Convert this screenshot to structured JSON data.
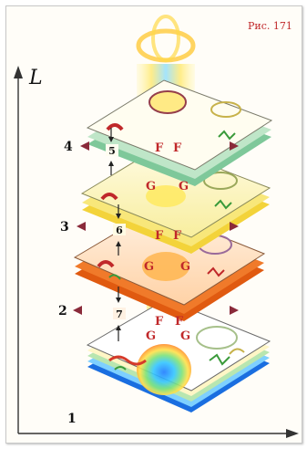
{
  "figure_label": "Рис. 171",
  "axis_label": "L",
  "level_numbers": [
    "1",
    "2",
    "3",
    "4"
  ],
  "gap_numbers": [
    "5",
    "6",
    "7"
  ],
  "level2_lettering": [
    "F",
    "F",
    "G",
    "G"
  ],
  "level3_lettering": [
    "F",
    "F",
    "G",
    "G"
  ],
  "level4_lettering": [
    "F",
    "F",
    "G",
    "G"
  ],
  "colors": {
    "accent_red": "#c0282a",
    "platform_orange": "#f07a2a",
    "platform_yellow": "#f8e77a",
    "platform_mint": "#bfe6c8",
    "marker_maroon": "#8a2a3a"
  }
}
